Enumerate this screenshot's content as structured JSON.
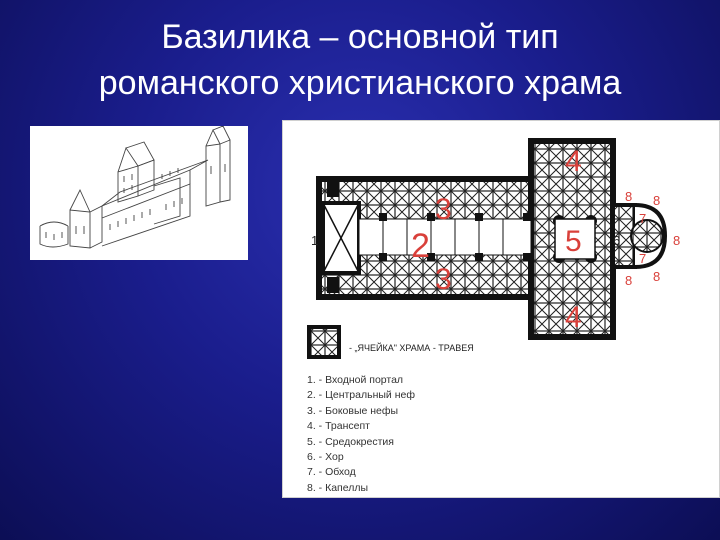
{
  "slide": {
    "title_line1": "Базилика – основной тип",
    "title_line2": "романского христианского храма"
  },
  "plan": {
    "number_labels": {
      "portal": "1",
      "central_nave": "2",
      "side_nave_top": "3",
      "side_nave_bottom": "3",
      "transept_top": "4",
      "transept_bottom": "4",
      "crossing": "5",
      "choir": "6",
      "ambulatory_top": "7",
      "ambulatory_bottom": "7",
      "chapel_1": "8",
      "chapel_2": "8",
      "chapel_3": "8",
      "chapel_4": "8",
      "chapel_5": "8"
    },
    "cell_caption": "- „ЯЧЕЙКА\" ХРАМА - ТРАВЕЯ",
    "legend": [
      "1. - Входной портал",
      "2. - Центральный неф",
      "3. - Боковые нефы",
      "4. - Трансепт",
      "5. - Средокрестия",
      "6. - Хор",
      "7. - Обход",
      "8. - Капеллы"
    ]
  },
  "colors": {
    "background": "#1a1d8c",
    "title": "#ffffff",
    "plan_ink": "#151515",
    "plan_numbers": "#d9403a"
  }
}
